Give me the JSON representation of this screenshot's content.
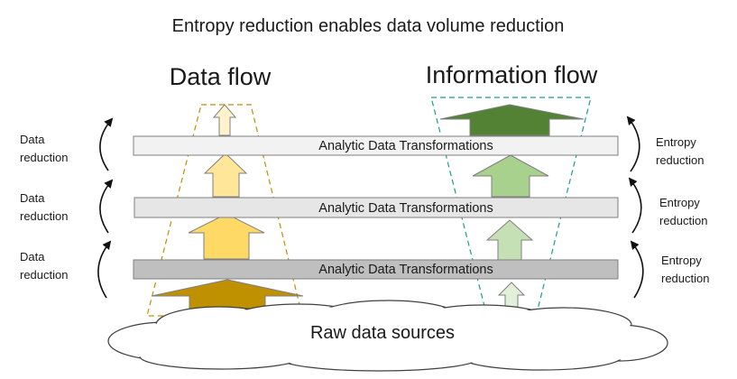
{
  "title": "Entropy reduction enables data volume reduction",
  "data_flow": {
    "heading": "Data flow",
    "arrow_colors": [
      "#bf9000",
      "#ffd966",
      "#ffe699",
      "#fff2cc"
    ],
    "funnel_color": "#bf9000"
  },
  "information_flow": {
    "heading": "Information flow",
    "arrow_colors": [
      "#e2f0d9",
      "#c5e0b4",
      "#a9d18e",
      "#548235"
    ],
    "funnel_color": "#1a9e8a"
  },
  "layers": [
    {
      "label": "Analytic Data Transformations",
      "fill": "#f2f2f2"
    },
    {
      "label": "Analytic Data Transformations",
      "fill": "#e7e6e6"
    },
    {
      "label": "Analytic Data Transformations",
      "fill": "#bfbfbf"
    }
  ],
  "left_labels": [
    {
      "line1": "Data",
      "line2": "reduction"
    },
    {
      "line1": "Data",
      "line2": "reduction"
    },
    {
      "line1": "Data",
      "line2": "reduction"
    }
  ],
  "right_labels": [
    {
      "line1": "Entropy",
      "line2": "reduction"
    },
    {
      "line1": "Entropy",
      "line2": "reduction"
    },
    {
      "line1": "Entropy",
      "line2": "reduction"
    }
  ],
  "cloud": {
    "label": "Raw data sources"
  }
}
